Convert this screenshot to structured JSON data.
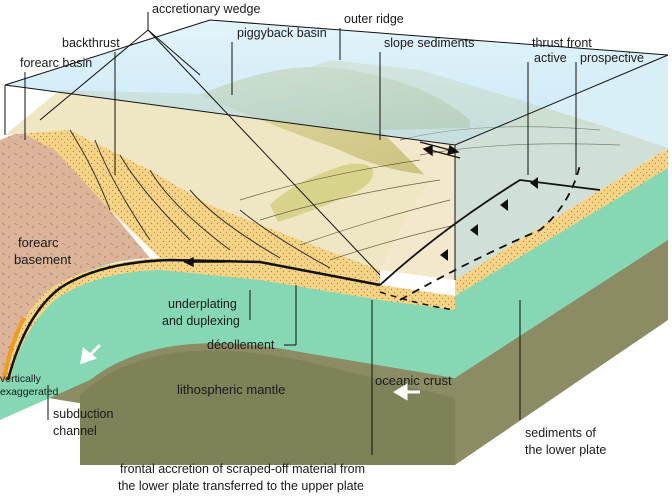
{
  "labels": {
    "accretionary_wedge": "accretionary wedge",
    "backthrust": "backthrust",
    "forearc_basin": "forearc basin",
    "piggyback_basin": "piggyback basin",
    "outer_ridge": "outer ridge",
    "slope_sediments": "slope sediments",
    "thrust_front": "thrust front",
    "active": "active",
    "prospective": "prospective",
    "forearc_basement_line1": "forearc",
    "forearc_basement_line2": "basement",
    "underplating_line1": "underplating",
    "underplating_line2": "and duplexing",
    "decollement": "décollement",
    "oceanic_crust": "oceanic crust",
    "vertically": "vertically",
    "exaggerated": "exaggerated",
    "lithospheric_mantle": "lithospheric mantle",
    "subduction_line1": "subduction",
    "subduction_line2": "channel",
    "sediments_line1": "sediments of",
    "sediments_line2": "the lower plate",
    "frontal_line1": "frontal accretion of scraped-off material from",
    "frontal_line2": "the lower plate transferred to the upper plate"
  },
  "colors": {
    "ocean": "#a9dcf0",
    "seafloor": "#eadfb8",
    "ridge": "#d5cf8f",
    "basement": "#dcb49a",
    "wedge": "#f5cf7c",
    "oceanic_crust": "#86d8b4",
    "mantle": "#8a8a63",
    "sediment": "#f3e6c8"
  }
}
